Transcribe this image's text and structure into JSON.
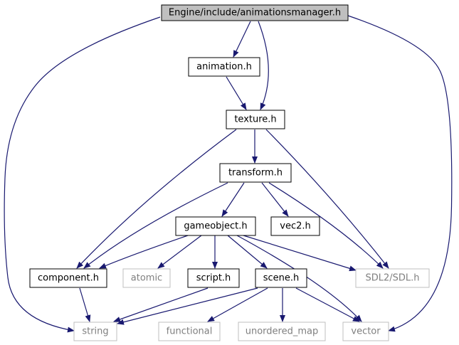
{
  "diagram": {
    "colors": {
      "edge": "#191970",
      "node_border": "#000000",
      "system_border": "#bfbfbf",
      "root_fill": "#bfbfbf"
    },
    "nodes": [
      {
        "id": "root",
        "label": "Engine/include/animationsmanager.h",
        "kind": "root"
      },
      {
        "id": "animation",
        "label": "animation.h",
        "kind": "header"
      },
      {
        "id": "texture",
        "label": "texture.h",
        "kind": "header"
      },
      {
        "id": "transform",
        "label": "transform.h",
        "kind": "header"
      },
      {
        "id": "gameobject",
        "label": "gameobject.h",
        "kind": "header"
      },
      {
        "id": "vec2",
        "label": "vec2.h",
        "kind": "header"
      },
      {
        "id": "component",
        "label": "component.h",
        "kind": "header"
      },
      {
        "id": "atomic",
        "label": "atomic",
        "kind": "system"
      },
      {
        "id": "script",
        "label": "script.h",
        "kind": "header"
      },
      {
        "id": "scene",
        "label": "scene.h",
        "kind": "header"
      },
      {
        "id": "sdl",
        "label": "SDL2/SDL.h",
        "kind": "system"
      },
      {
        "id": "string",
        "label": "string",
        "kind": "system"
      },
      {
        "id": "functional",
        "label": "functional",
        "kind": "system"
      },
      {
        "id": "unordered_map",
        "label": "unordered_map",
        "kind": "system"
      },
      {
        "id": "vector",
        "label": "vector",
        "kind": "system"
      }
    ],
    "edges": [
      [
        "root",
        "animation"
      ],
      [
        "root",
        "texture"
      ],
      [
        "root",
        "string"
      ],
      [
        "root",
        "vector"
      ],
      [
        "animation",
        "texture"
      ],
      [
        "texture",
        "transform"
      ],
      [
        "texture",
        "component"
      ],
      [
        "texture",
        "sdl"
      ],
      [
        "transform",
        "gameobject"
      ],
      [
        "transform",
        "vec2"
      ],
      [
        "transform",
        "component"
      ],
      [
        "transform",
        "sdl"
      ],
      [
        "gameobject",
        "component"
      ],
      [
        "gameobject",
        "atomic"
      ],
      [
        "gameobject",
        "script"
      ],
      [
        "gameobject",
        "scene"
      ],
      [
        "gameobject",
        "sdl"
      ],
      [
        "gameobject",
        "vector"
      ],
      [
        "component",
        "string"
      ],
      [
        "script",
        "string"
      ],
      [
        "scene",
        "string"
      ],
      [
        "scene",
        "functional"
      ],
      [
        "scene",
        "unordered_map"
      ],
      [
        "scene",
        "vector"
      ]
    ]
  }
}
